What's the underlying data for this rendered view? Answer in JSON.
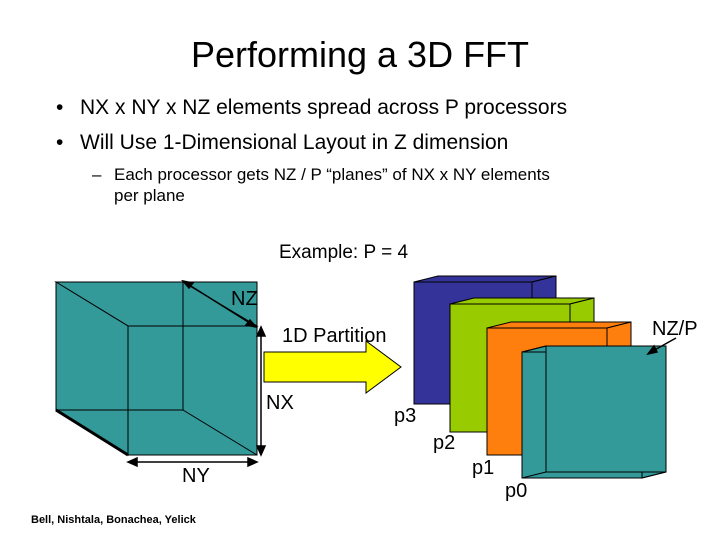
{
  "title": "Performing a 3D FFT",
  "bullets": [
    "NX x NY x NZ elements spread across P processors",
    "Will Use 1-Dimensional Layout in Z dimension"
  ],
  "bullet_symbol": "•",
  "sub_bullet": {
    "dash": "–",
    "line1": "Each processor gets NZ / P “planes” of NX x NY elements",
    "line2": "per plane"
  },
  "example": "Example: P = 4",
  "labels": {
    "nz": "NZ",
    "partition": "1D Partition",
    "nx": "NX",
    "ny": "NY",
    "nz_over_p": "NZ/P",
    "p3": "p3",
    "p2": "p2",
    "p1": "p1",
    "p0": "p0"
  },
  "credit": "Bell, Nishtala, Bonachea, Yelick",
  "colors": {
    "cube": "#339999",
    "p3": "#333399",
    "p2": "#99CC00",
    "p1": "#FF7F0E",
    "p0": "#339999",
    "arrow": "#FFFF00"
  }
}
